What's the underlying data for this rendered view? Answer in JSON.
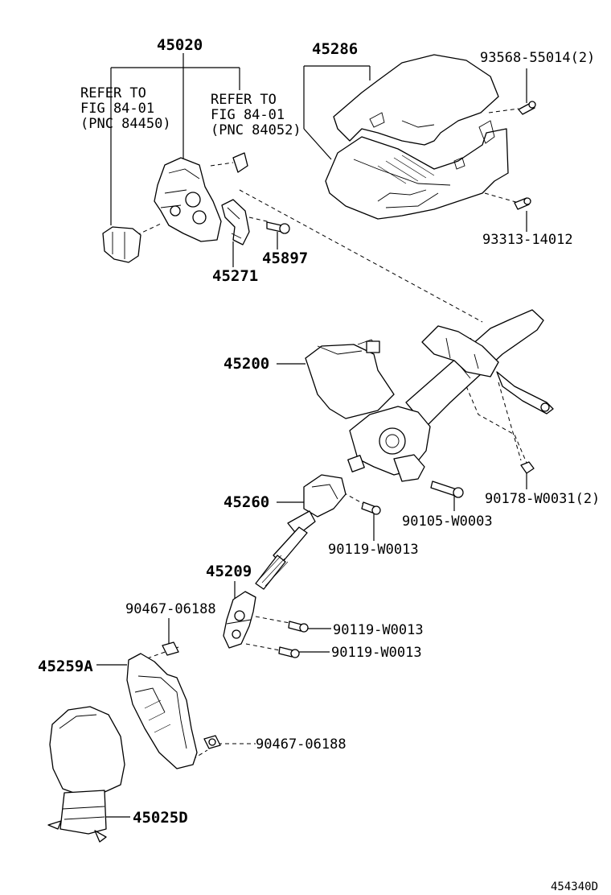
{
  "labels": {
    "p45020": "45020",
    "p45286": "45286",
    "p93568": "93568-55014(2)",
    "refer1_line1": "REFER TO",
    "refer1_line2": "FIG 84-01",
    "refer1_line3": "(PNC 84450)",
    "refer2_line1": "REFER TO",
    "refer2_line2": "FIG 84-01",
    "refer2_line3": "(PNC 84052)",
    "p93313": "93313-14012",
    "p45897": "45897",
    "p45271": "45271",
    "p45200": "45200",
    "p45260": "45260",
    "p90105": "90105-W0003",
    "p90178": "90178-W0031(2)",
    "p90119a": "90119-W0013",
    "p45209": "45209",
    "p90467a": "90467-06188",
    "p90119b": "90119-W0013",
    "p90119c": "90119-W0013",
    "p45259A": "45259A",
    "p90467b": "90467-06188",
    "p45025D": "45025D",
    "figure_id": "454340D"
  }
}
